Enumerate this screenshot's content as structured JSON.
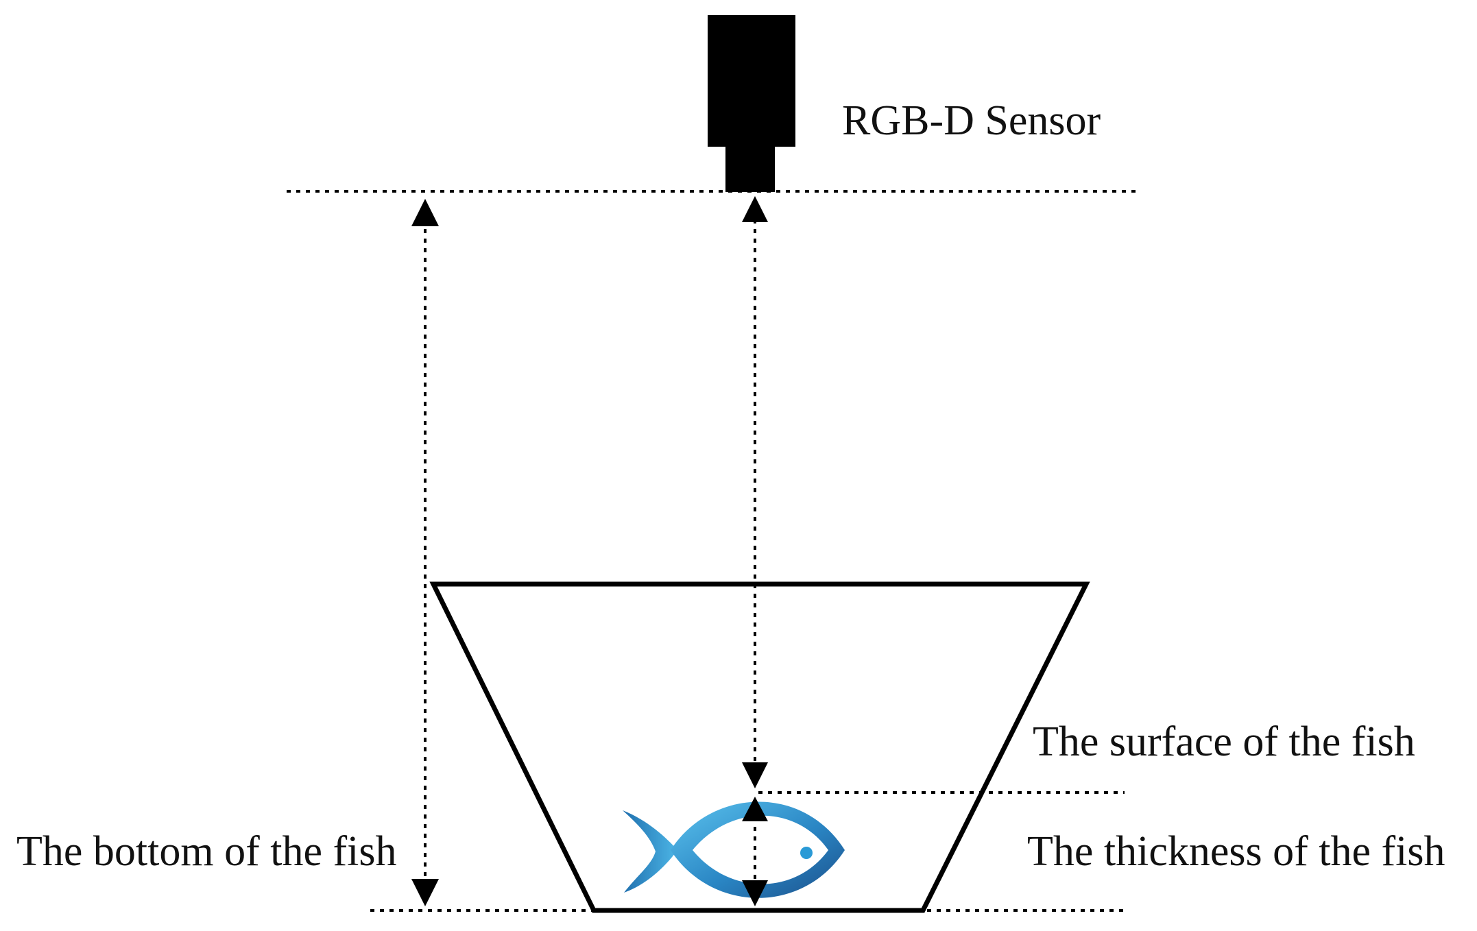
{
  "labels": {
    "sensor": "RGB-D Sensor",
    "surface": "The surface of the fish",
    "bottom": "The bottom of the fish",
    "thickness": "The thickness of the fish"
  },
  "colors": {
    "ink": "#000000",
    "fish_light": "#3aa6d8",
    "fish_dark": "#1b4f8a"
  },
  "icons": {
    "sensor": "camera-sensor-icon",
    "fish": "fish-icon"
  }
}
